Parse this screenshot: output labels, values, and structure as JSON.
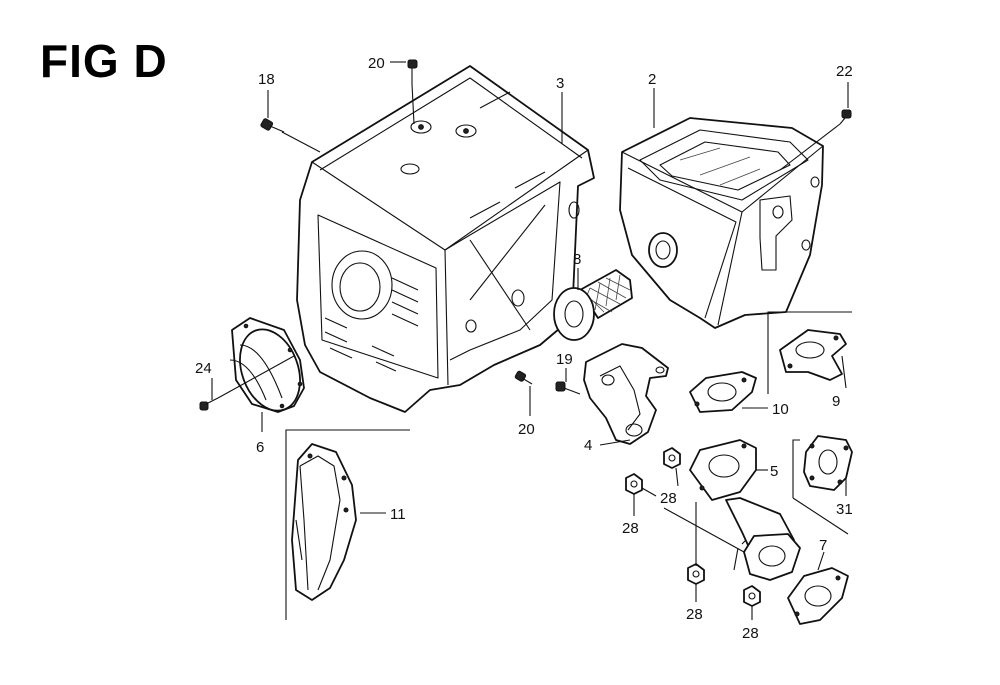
{
  "figure": {
    "title": "FIG D"
  },
  "callouts": {
    "p2": "2",
    "p3": "3",
    "p4": "4",
    "p5": "5",
    "p6": "6",
    "p7": "7",
    "p8": "8",
    "p9": "9",
    "p10": "10",
    "p11": "11",
    "p18": "18",
    "p19": "19",
    "p20a": "20",
    "p20b": "20",
    "p22": "22",
    "p24": "24",
    "p28a": "28",
    "p28b": "28",
    "p28c": "28",
    "p28d": "28",
    "p31": "31"
  }
}
